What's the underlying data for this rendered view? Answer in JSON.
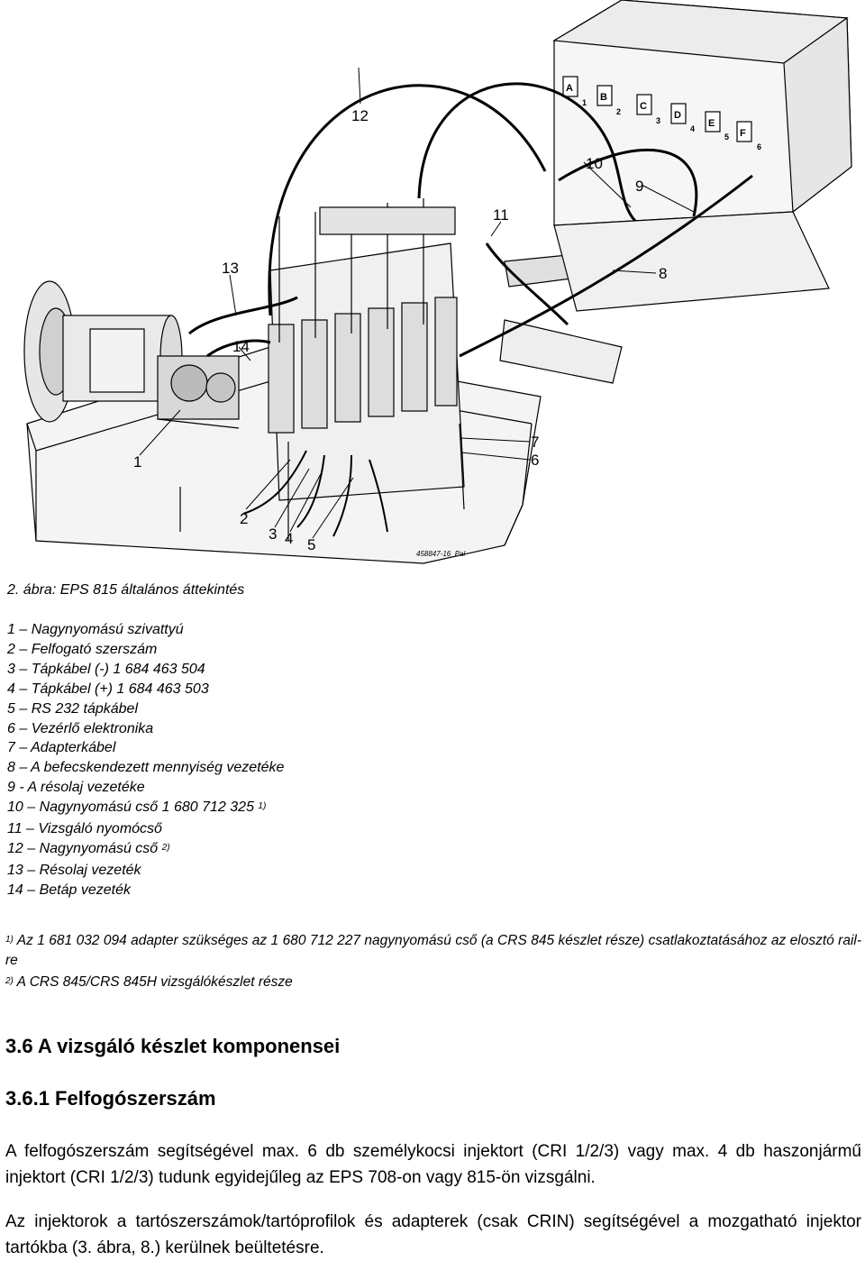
{
  "figure": {
    "image_tag": "458847-16_Pal",
    "callouts": [
      "1",
      "2",
      "3",
      "4",
      "5",
      "6",
      "7",
      "8",
      "9",
      "10",
      "11",
      "12",
      "13",
      "14"
    ],
    "panel_labels": [
      "A",
      "B",
      "C",
      "D",
      "E",
      "F"
    ],
    "panel_numbers": [
      "1",
      "2",
      "3",
      "4",
      "5",
      "6"
    ]
  },
  "caption": "2. ábra: EPS 815 általános áttekintés",
  "legend": [
    {
      "text": "1 – Nagynyomású szivattyú",
      "sup": ""
    },
    {
      "text": "2 – Felfogató szerszám",
      "sup": ""
    },
    {
      "text": "3 – Tápkábel (-) 1 684 463 504",
      "sup": ""
    },
    {
      "text": "4 – Tápkábel (+) 1 684 463 503",
      "sup": ""
    },
    {
      "text": "5 – RS 232 tápkábel",
      "sup": ""
    },
    {
      "text": "6 – Vezérlő elektronika",
      "sup": ""
    },
    {
      "text": "7 – Adapterkábel",
      "sup": ""
    },
    {
      "text": "8 – A befecskendezett mennyiség vezetéke",
      "sup": ""
    },
    {
      "text": "9 - A résolaj vezetéke",
      "sup": ""
    },
    {
      "text": "10 – Nagynyomású cső 1 680 712 325",
      "sup": "1)"
    },
    {
      "text": "11 – Vizsgáló nyomócső",
      "sup": ""
    },
    {
      "text": "12 – Nagynyomású cső",
      "sup": "2)"
    },
    {
      "text": "13 – Résolaj vezeték",
      "sup": ""
    },
    {
      "text": "14 – Betáp vezeték",
      "sup": ""
    }
  ],
  "notes": [
    {
      "sup": "1)",
      "text": "Az 1 681 032 094 adapter szükséges az 1 680 712 227 nagynyomású cső (a CRS 845 készlet része) csatlakoztatásához az elosztó rail-re"
    },
    {
      "sup": "2)",
      "text": "A CRS 845/CRS 845H vizsgálókészlet része"
    }
  ],
  "section_heading": "3.6 A vizsgáló készlet komponensei",
  "subsection_heading": "3.6.1 Felfogószerszám",
  "paragraphs": [
    "A felfogószerszám segítségével max. 6 db személykocsi injektort (CRI 1/2/3) vagy max. 4 db haszonjármű injektort (CRI 1/2/3) tudunk egyidejűleg az EPS 708-on vagy 815-ön vizsgálni.",
    "Az injektorok a tartószerszámok/tartóprofilok és adapterek (csak CRIN) segítségével a mozgatható injektor tartókba (3. ábra, 8.) kerülnek beültetésre."
  ]
}
